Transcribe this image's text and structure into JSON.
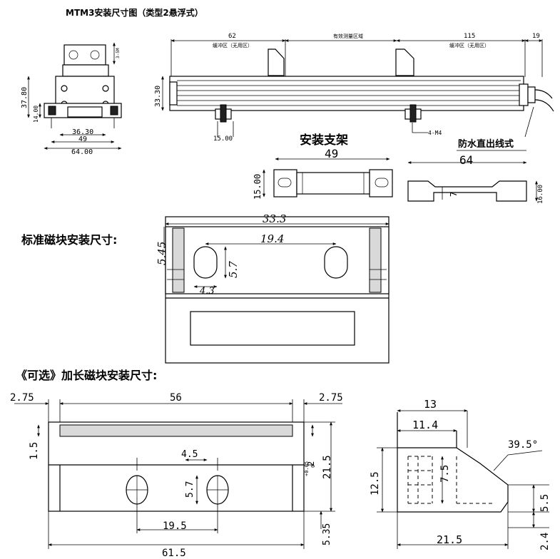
{
  "title": "MTM3安装尺寸图（类型2悬浮式）",
  "top_drawing": {
    "dims": {
      "left_62": "62",
      "left_zone": "缓冲区（无用区）",
      "middle_zone": "有效测量区域",
      "right_115": "115",
      "right_zone": "缓冲区（无用区）",
      "right_19": "19",
      "height_3330": "33.30",
      "bracket_1500": "15.00",
      "holes": "4-M4"
    },
    "waterproof_label": "防水直出线式"
  },
  "end_view": {
    "dims": {
      "top": "3-5M",
      "h3780": "37.80",
      "h1400": "14.00",
      "w3630": "36.30",
      "w49": "49",
      "w6400": "64.00"
    }
  },
  "bracket": {
    "heading": "安装支架",
    "dims": {
      "w49": "49",
      "h1500": "15.00",
      "w64": "64",
      "d7": "7",
      "h1600": "16.00"
    }
  },
  "magnet_standard": {
    "heading": "标准磁块安装尺寸:",
    "dims": {
      "w333": "33.3",
      "h545": "5.45",
      "w194": "19.4",
      "h57": "5.7",
      "w43": "4.3"
    }
  },
  "magnet_long": {
    "heading": "《可选》加长磁块安装尺寸:",
    "front": {
      "d275_left": "2.75",
      "d56": "56",
      "d275_right": "2.75",
      "d15": "1.5",
      "tol_value": "2",
      "tol_upper": "+0.05",
      "tol_lower": "0",
      "d215": "21.5",
      "d45": "4.5",
      "d57": "5.7",
      "d195": "19.5",
      "d535": "5.35",
      "d615": "61.5"
    },
    "side": {
      "d13": "13",
      "d114": "11.4",
      "d395": "39.5°",
      "d75": "7.5",
      "d125": "12.5",
      "d55": "5.5",
      "d215": "21.5",
      "d24": "2.4"
    }
  }
}
